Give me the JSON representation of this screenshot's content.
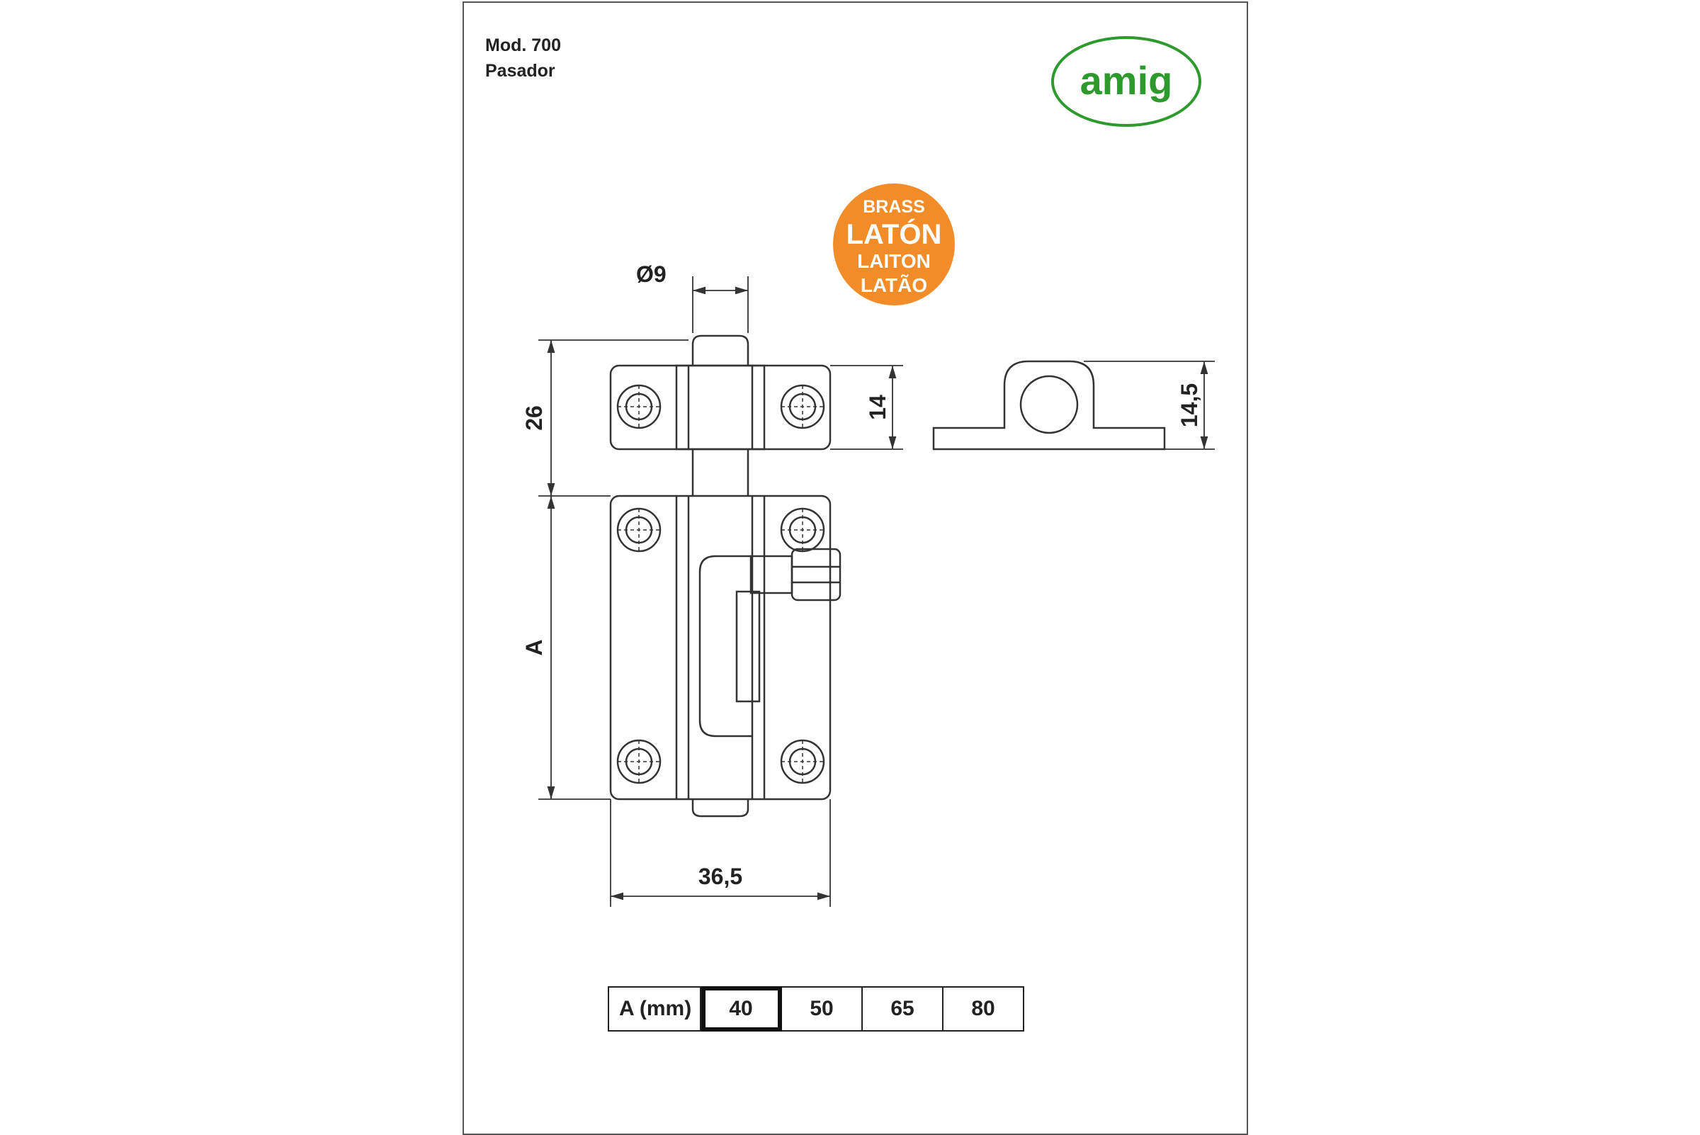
{
  "header": {
    "model": "Mod. 700",
    "product": "Pasador"
  },
  "logo": {
    "text": "amig",
    "color": "#2e9a2e"
  },
  "material_badge": {
    "lines": [
      "BRASS",
      "LATÓN",
      "LAITON",
      "LATÃO"
    ],
    "color": "#f28c28"
  },
  "dimensions": {
    "diameter": "Ø9",
    "keeper_height": "26",
    "keeper_width": "14",
    "side_height": "14,5",
    "length": "A",
    "width": "36,5"
  },
  "size_table": {
    "header": "A (mm)",
    "values": [
      "40",
      "50",
      "65",
      "80"
    ],
    "selected": "40"
  }
}
